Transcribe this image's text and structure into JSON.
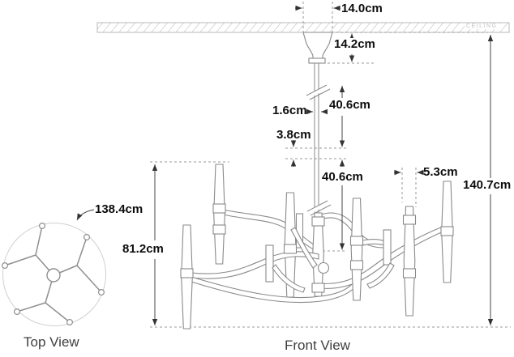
{
  "diagram_title": "Chandelier dimension drawing, top and front views",
  "labels": {
    "top_view": "Top View",
    "front_view": "Front View",
    "ceiling": "CEILING"
  },
  "dimensions": {
    "canopy_width": "14.0cm",
    "canopy_height": "14.2cm",
    "stem_diameter": "1.6cm",
    "upper_stem_length": "40.6cm",
    "stem_gap": "3.8cm",
    "lower_stem_length": "40.6cm",
    "candle_diameter": "5.3cm",
    "overall_drop": "140.7cm",
    "fixture_height": "81.2cm",
    "fixture_diameter": "138.4cm"
  },
  "colors": {
    "drawing_line": "#8a8a8a",
    "dimension_line": "#444444",
    "dashed_line": "#9a9a9a",
    "text": "#0d0d0d",
    "ceiling_text": "#c3c3c3",
    "background": "#ffffff"
  }
}
